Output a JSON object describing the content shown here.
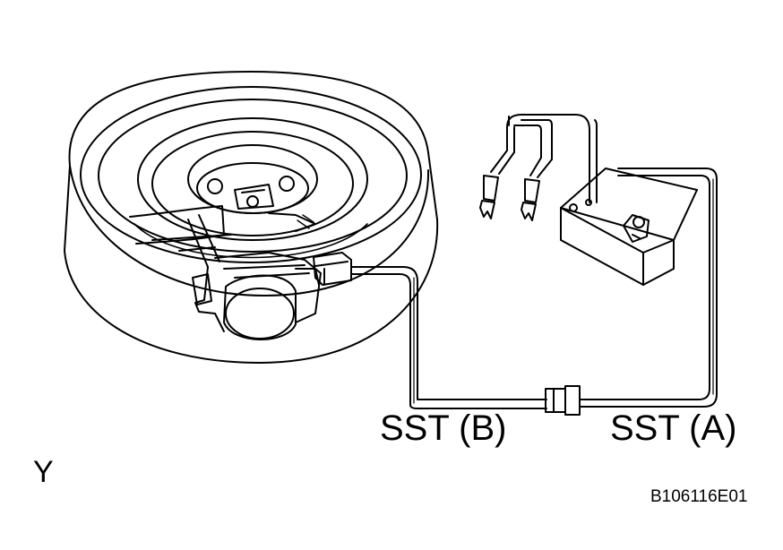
{
  "labels": {
    "sst_b": "SST (B)",
    "sst_a": "SST (A)",
    "view_letter": "Y",
    "figure_code": "B106116E01"
  },
  "colors": {
    "line": "#000000",
    "background": "#ffffff"
  }
}
